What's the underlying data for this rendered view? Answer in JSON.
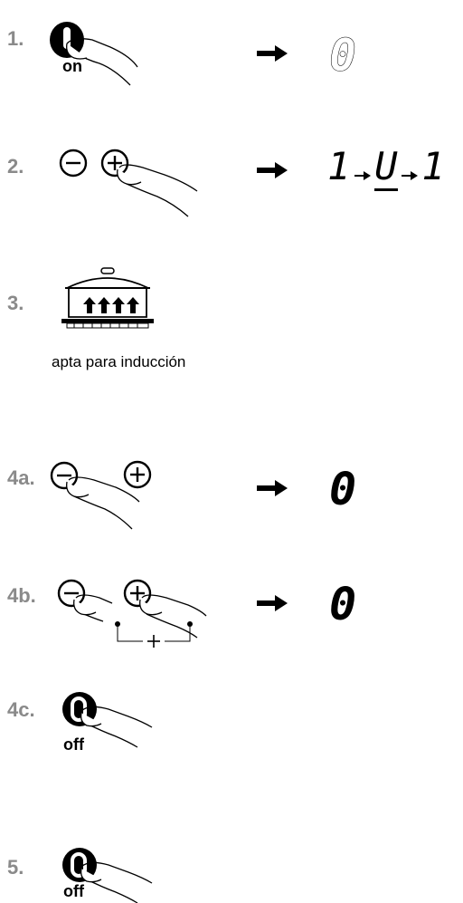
{
  "steps": [
    {
      "number": "1.",
      "label": "on"
    },
    {
      "number": "2."
    },
    {
      "number": "3.",
      "caption": "apta para inducción"
    },
    {
      "number": "4a."
    },
    {
      "number": "4b."
    },
    {
      "number": "4c.",
      "label": "off"
    },
    {
      "number": "5.",
      "label": "off"
    }
  ],
  "icons": {
    "power_on": "power-on-button-icon",
    "minus": "minus-button-icon",
    "plus": "plus-button-icon",
    "power_off": "power-off-button-icon",
    "finger": "finger-press-icon",
    "pot": "pot-on-induction-zone-icon",
    "arrow": "right-arrow-icon"
  },
  "displays": {
    "step1": "0",
    "step2_sequence": [
      "1",
      "U",
      "1"
    ],
    "step4a": "0",
    "step4b": "0"
  },
  "colors": {
    "step_number": "#8a8a8a",
    "ink": "#000000"
  }
}
